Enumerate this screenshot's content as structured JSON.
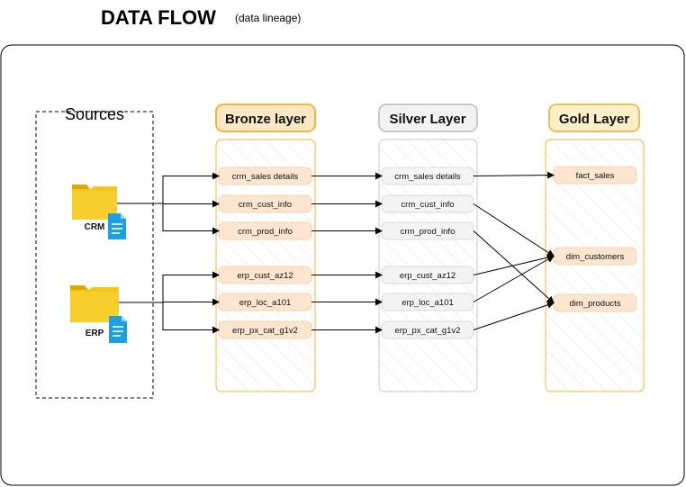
{
  "title": "DATA FLOW",
  "subtitle": "(data lineage)",
  "sources": {
    "label": "Sources",
    "systems": [
      {
        "id": "crm",
        "label": "CRM"
      },
      {
        "id": "erp",
        "label": "ERP"
      }
    ]
  },
  "layers": [
    {
      "id": "bronze",
      "title": "Bronze layer",
      "colors": {
        "fill": "#fde7c4",
        "stroke": "#f0b73c",
        "panel_stroke": "#f0b73c",
        "node_fill": "#fde6cf"
      },
      "tables": [
        "crm_sales details",
        "crm_cust_info",
        "crm_prod_info",
        "erp_cust_az12",
        "erp_loc_a101",
        "erp_px_cat_g1v2"
      ]
    },
    {
      "id": "silver",
      "title": "Silver Layer",
      "colors": {
        "fill": "#f2f2f2",
        "stroke": "#c9c9c9",
        "panel_stroke": "#c9c9c9",
        "node_fill": "#f4f4f4"
      },
      "tables": [
        "crm_sales details",
        "crm_cust_info",
        "crm_prod_info",
        "erp_cust_az12",
        "erp_loc_a101",
        "erp_px_cat_g1v2"
      ]
    },
    {
      "id": "gold",
      "title": "Gold Layer",
      "colors": {
        "fill": "#fdf0c8",
        "stroke": "#e8c05a",
        "panel_stroke": "#f0b73c",
        "node_fill": "#fde6cf"
      },
      "tables": [
        "fact_sales",
        "dim_customers",
        "dim_products"
      ]
    }
  ],
  "edges": [
    {
      "from": "crm",
      "to": "bronze:0"
    },
    {
      "from": "crm",
      "to": "bronze:1"
    },
    {
      "from": "crm",
      "to": "bronze:2"
    },
    {
      "from": "erp",
      "to": "bronze:3"
    },
    {
      "from": "erp",
      "to": "bronze:4"
    },
    {
      "from": "erp",
      "to": "bronze:5"
    },
    {
      "from": "bronze:0",
      "to": "silver:0"
    },
    {
      "from": "bronze:1",
      "to": "silver:1"
    },
    {
      "from": "bronze:2",
      "to": "silver:2"
    },
    {
      "from": "bronze:3",
      "to": "silver:3"
    },
    {
      "from": "bronze:4",
      "to": "silver:4"
    },
    {
      "from": "bronze:5",
      "to": "silver:5"
    },
    {
      "from": "silver:0",
      "to": "gold:0"
    },
    {
      "from": "silver:1",
      "to": "gold:1"
    },
    {
      "from": "silver:2",
      "to": "gold:2"
    },
    {
      "from": "silver:3",
      "to": "gold:1"
    },
    {
      "from": "silver:4",
      "to": "gold:1"
    },
    {
      "from": "silver:5",
      "to": "gold:2"
    }
  ],
  "icons": {
    "folder": "folder-icon",
    "document": "document-icon"
  },
  "colors": {
    "folder": "#f5c518",
    "folder_dark": "#e0a800",
    "document": "#1ba1e2",
    "arrow": "#000000"
  }
}
